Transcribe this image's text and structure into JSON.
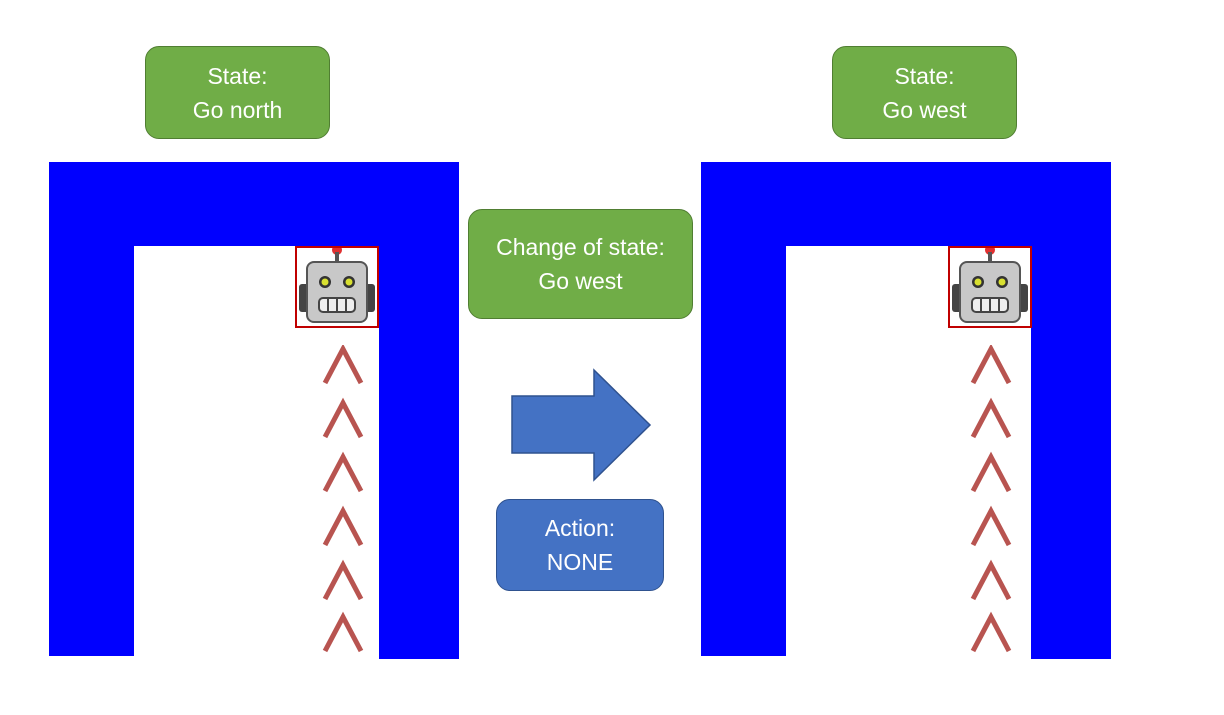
{
  "left_panel": {
    "state_title": "State:",
    "state_value": "Go north"
  },
  "right_panel": {
    "state_title": "State:",
    "state_value": "Go west"
  },
  "change": {
    "title": "Change of state:",
    "value": "Go west"
  },
  "action": {
    "title": "Action:",
    "value": "NONE"
  },
  "chevron_glyph": "Λ",
  "colors": {
    "wall": "#0000ff",
    "green_box": "#70ad47",
    "blue_box": "#4472c4",
    "arrow": "#4472c4",
    "chevron": "#b85450",
    "robot_frame": "#c00000"
  },
  "icons": {
    "robot": "robot-icon",
    "arrow": "right-arrow-icon"
  }
}
